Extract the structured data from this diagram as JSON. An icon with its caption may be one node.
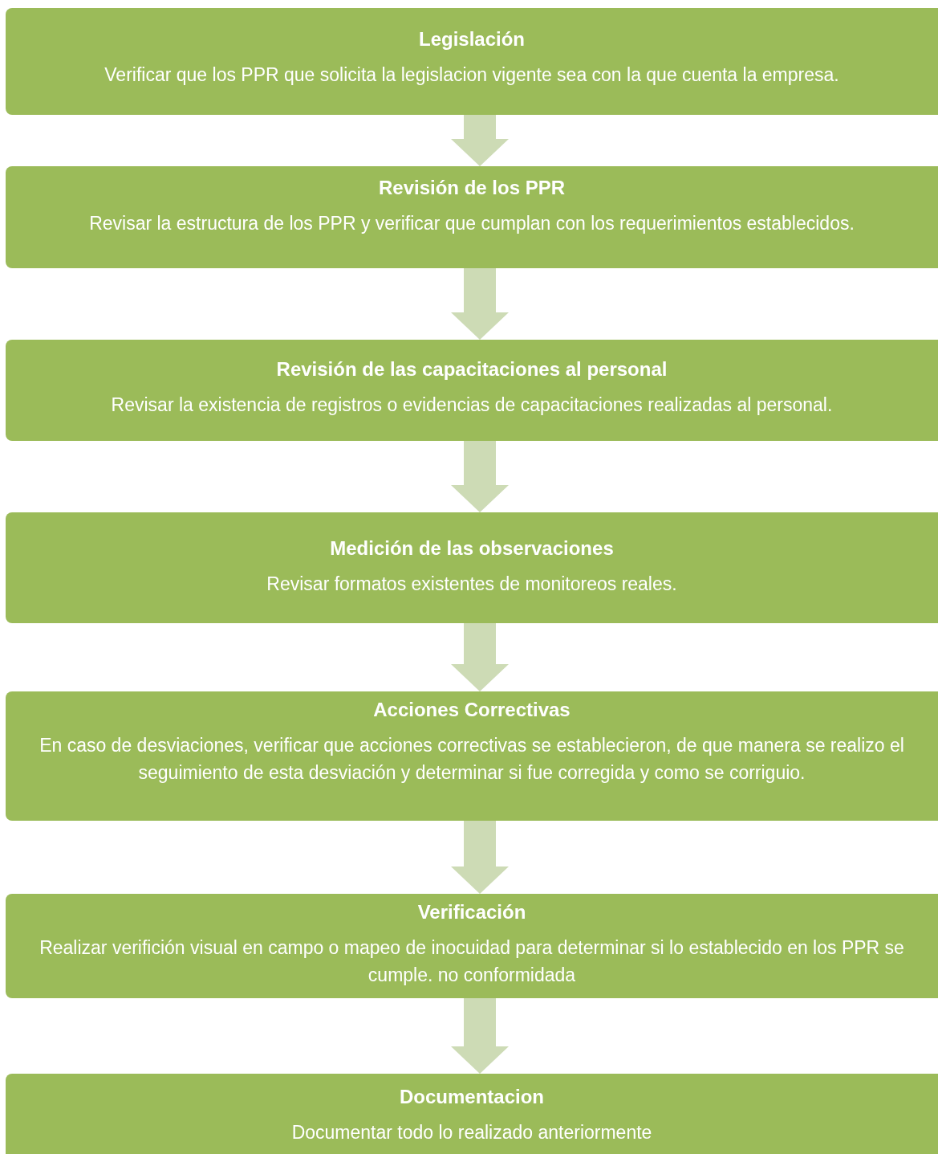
{
  "diagram": {
    "nodes": [
      {
        "text": [
          "Legislación",
          "Verificar que los PPR que solicita la legislacion vigente sea con la que cuenta la empresa."
        ]
      },
      {
        "text": [
          "Revisión de los PPR",
          "Revisar la estructura de los PPR y verificar que cumplan con los requerimientos establecidos."
        ]
      },
      {
        "text": [
          "Revisión de las capacitaciones al personal",
          "Revisar la existencia de registros o evidencias de capacitaciones realizadas al personal."
        ]
      },
      {
        "text": [
          "Medición de las observaciones",
          "Revisar formatos existentes de  monitoreos reales."
        ]
      },
      {
        "text": [
          "Acciones Correctivas",
          "En caso de desviaciones, verificar que acciones correctivas se establecieron, de que manera se realizo el seguimiento de esta desviación y determinar si fue corregida y como se corriguio."
        ]
      },
      {
        "text": [
          "Verificación",
          "Realizar verifición visual en campo o mapeo de inocuidad para determinar si lo establecido en los PPR se cumple. no conformidada"
        ]
      },
      {
        "text": [
          "Documentacion",
          "Documentar todo lo realizado anteriormente"
        ]
      }
    ],
    "edges": [
      {
        "from": 0,
        "to": 1,
        "arrow": "to"
      },
      {
        "from": 1,
        "to": 2,
        "arrow": "to"
      },
      {
        "from": 2,
        "to": 3,
        "arrow": "to"
      },
      {
        "from": 3,
        "to": 4,
        "arrow": "to"
      },
      {
        "from": 4,
        "to": 5,
        "arrow": "to"
      },
      {
        "from": 5,
        "to": 6,
        "arrow": "to"
      }
    ]
  }
}
